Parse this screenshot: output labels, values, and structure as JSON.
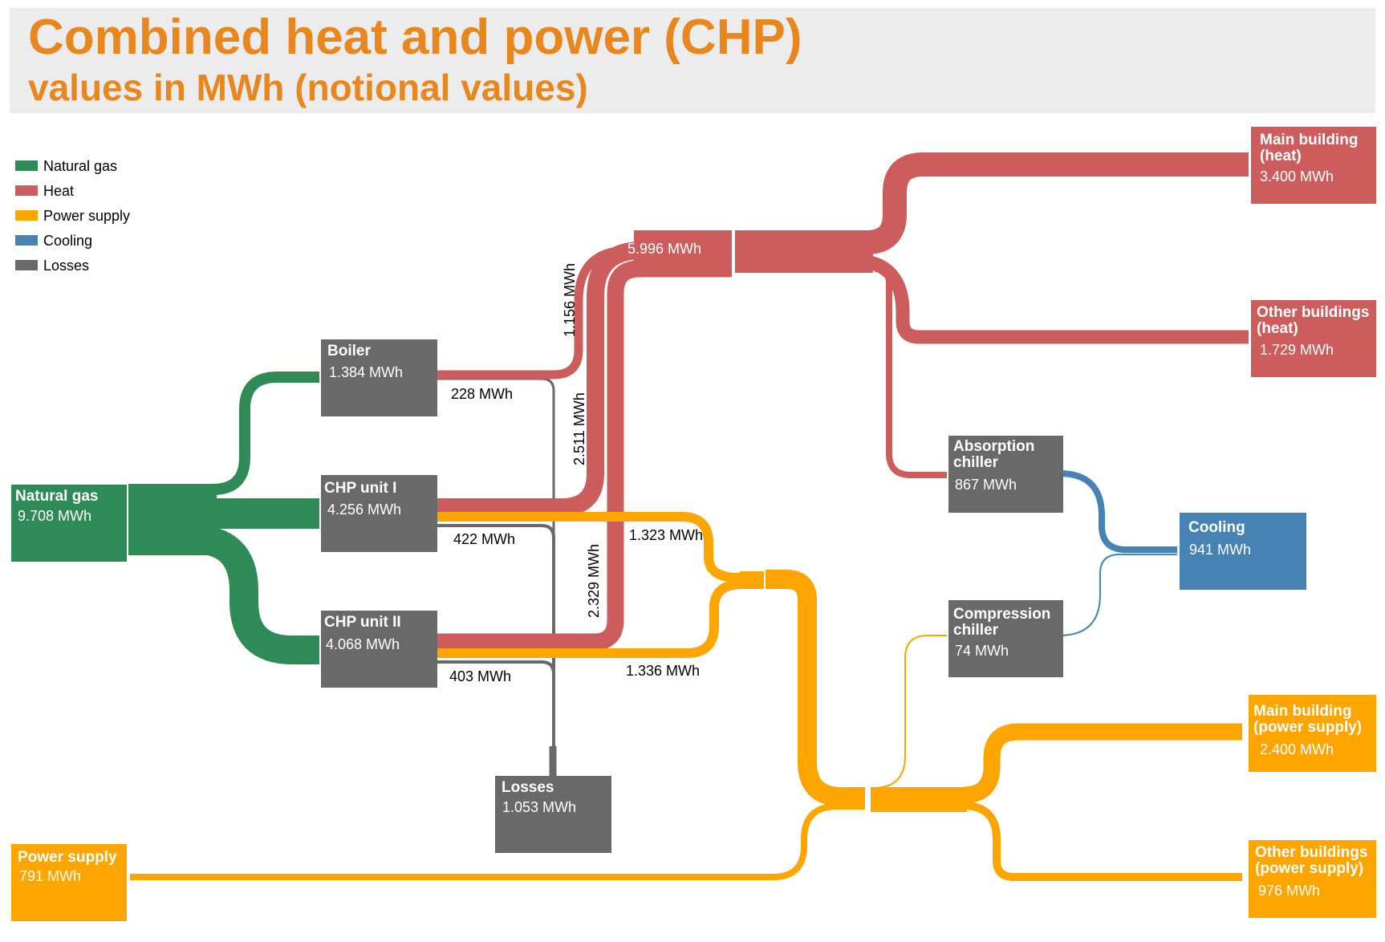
{
  "title": "Combined heat and power (CHP)",
  "subtitle": "values in MWh (notional values)",
  "colors": {
    "title": "#E8871E",
    "header_bg": "#ECECEC",
    "natural_gas": "#2E8B57",
    "heat": "#CD5C5C",
    "power_supply": "#FFA500",
    "cooling": "#4682B4",
    "losses": "#696969"
  },
  "legend": [
    {
      "label": "Natural gas",
      "color": "#2E8B57"
    },
    {
      "label": "Heat",
      "color": "#CD5C5C"
    },
    {
      "label": "Power supply",
      "color": "#FFA500"
    },
    {
      "label": "Cooling",
      "color": "#4682B4"
    },
    {
      "label": "Losses",
      "color": "#696969"
    }
  ],
  "nodes": {
    "natural_gas": {
      "name": [
        "Natural gas"
      ],
      "value": "9.708 MWh"
    },
    "boiler": {
      "name": [
        "Boiler"
      ],
      "value": "1.384 MWh"
    },
    "chp1": {
      "name": [
        "CHP unit I"
      ],
      "value": "4.256 MWh"
    },
    "chp2": {
      "name": [
        "CHP unit II"
      ],
      "value": "4.068 MWh"
    },
    "losses": {
      "name": [
        "Losses"
      ],
      "value": "1.053 MWh"
    },
    "power_supply": {
      "name": [
        "Power supply"
      ],
      "value": "791 MWh"
    },
    "main_heat": {
      "name": [
        "Main building",
        "(heat)"
      ],
      "value": "3.400 MWh"
    },
    "other_heat": {
      "name": [
        "Other buildings",
        "(heat)"
      ],
      "value": "1.729 MWh"
    },
    "absorption": {
      "name": [
        "Absorption",
        "chiller"
      ],
      "value": "867 MWh"
    },
    "compression": {
      "name": [
        "Compression",
        "chiller"
      ],
      "value": "74 MWh"
    },
    "cooling": {
      "name": [
        "Cooling"
      ],
      "value": "941 MWh"
    },
    "main_power": {
      "name": [
        "Main building",
        "(power supply)"
      ],
      "value": "2.400 MWh"
    },
    "other_power": {
      "name": [
        "Other buildings",
        "(power supply)"
      ],
      "value": "976 MWh"
    }
  },
  "flow_labels": {
    "heat_total": "5.996 MWh",
    "boiler_heat": "1.156 MWh",
    "chp1_heat": "2.511 MWh",
    "chp2_heat": "2.329 MWh",
    "boiler_loss": "228 MWh",
    "chp1_loss": "422 MWh",
    "chp2_loss": "403 MWh",
    "chp1_power": "1.323 MWh",
    "chp2_power": "1.336 MWh"
  }
}
